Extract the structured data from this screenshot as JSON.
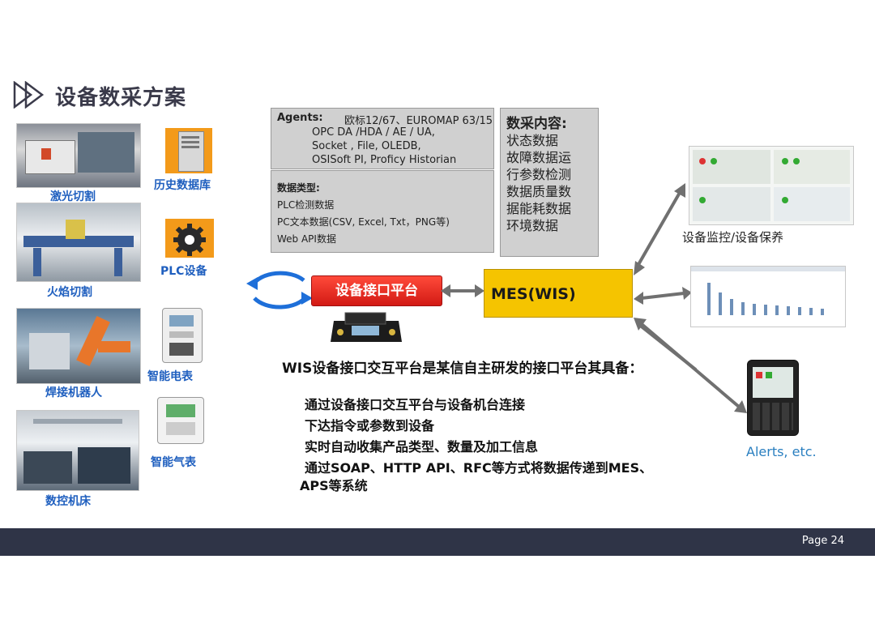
{
  "title": "设备数采方案",
  "devices": [
    {
      "label": "激光切割"
    },
    {
      "label": "火焰切割"
    },
    {
      "label": "焊接机器人"
    },
    {
      "label": "数控机床"
    }
  ],
  "sources": [
    {
      "label": "历史数据库"
    },
    {
      "label": "PLC设备"
    },
    {
      "label": "智能电表"
    },
    {
      "label": "智能气表"
    }
  ],
  "agents": {
    "label": "Agents:",
    "lines": [
      "欧标12/67、EUROMAP 63/15",
      "OPC DA /HDA / AE / UA,",
      "Socket , File, OLEDB,",
      "OSISoft PI, Proficy Historian"
    ]
  },
  "data_types": {
    "label": "数据类型:",
    "lines": [
      "PLC检测数据",
      "PC文本数据(CSV, Excel, Txt，PNG等)",
      "Web API数据"
    ]
  },
  "content": {
    "label": "数采内容:",
    "lines": [
      "状态数据",
      "故障数据运",
      "行参数检测",
      "数据质量数",
      "据能耗数据",
      "环境数据"
    ]
  },
  "platform_label": "设备接口平台",
  "mes_label": "MES(WIS)",
  "description": "WIS设备接口交互平台是某信自主研发的接口平台其具备：",
  "bullets": [
    "通过设备接口交互平台与设备机台连接",
    "下达指令或参数到设备",
    "实时自动收集产品类型、数量及加工信息",
    "通过SOAP、HTTP API、RFC等方式将数据传递到MES、",
    "APS等系统"
  ],
  "monitor_label": "设备监控/设备保养",
  "alerts_label": "Alerts, etc.",
  "page": "Page 24",
  "colors": {
    "accent_blue": "#1f5fbf",
    "platform_red": "#e02020",
    "mes_yellow": "#f5c400",
    "footer": "#2f3447"
  }
}
